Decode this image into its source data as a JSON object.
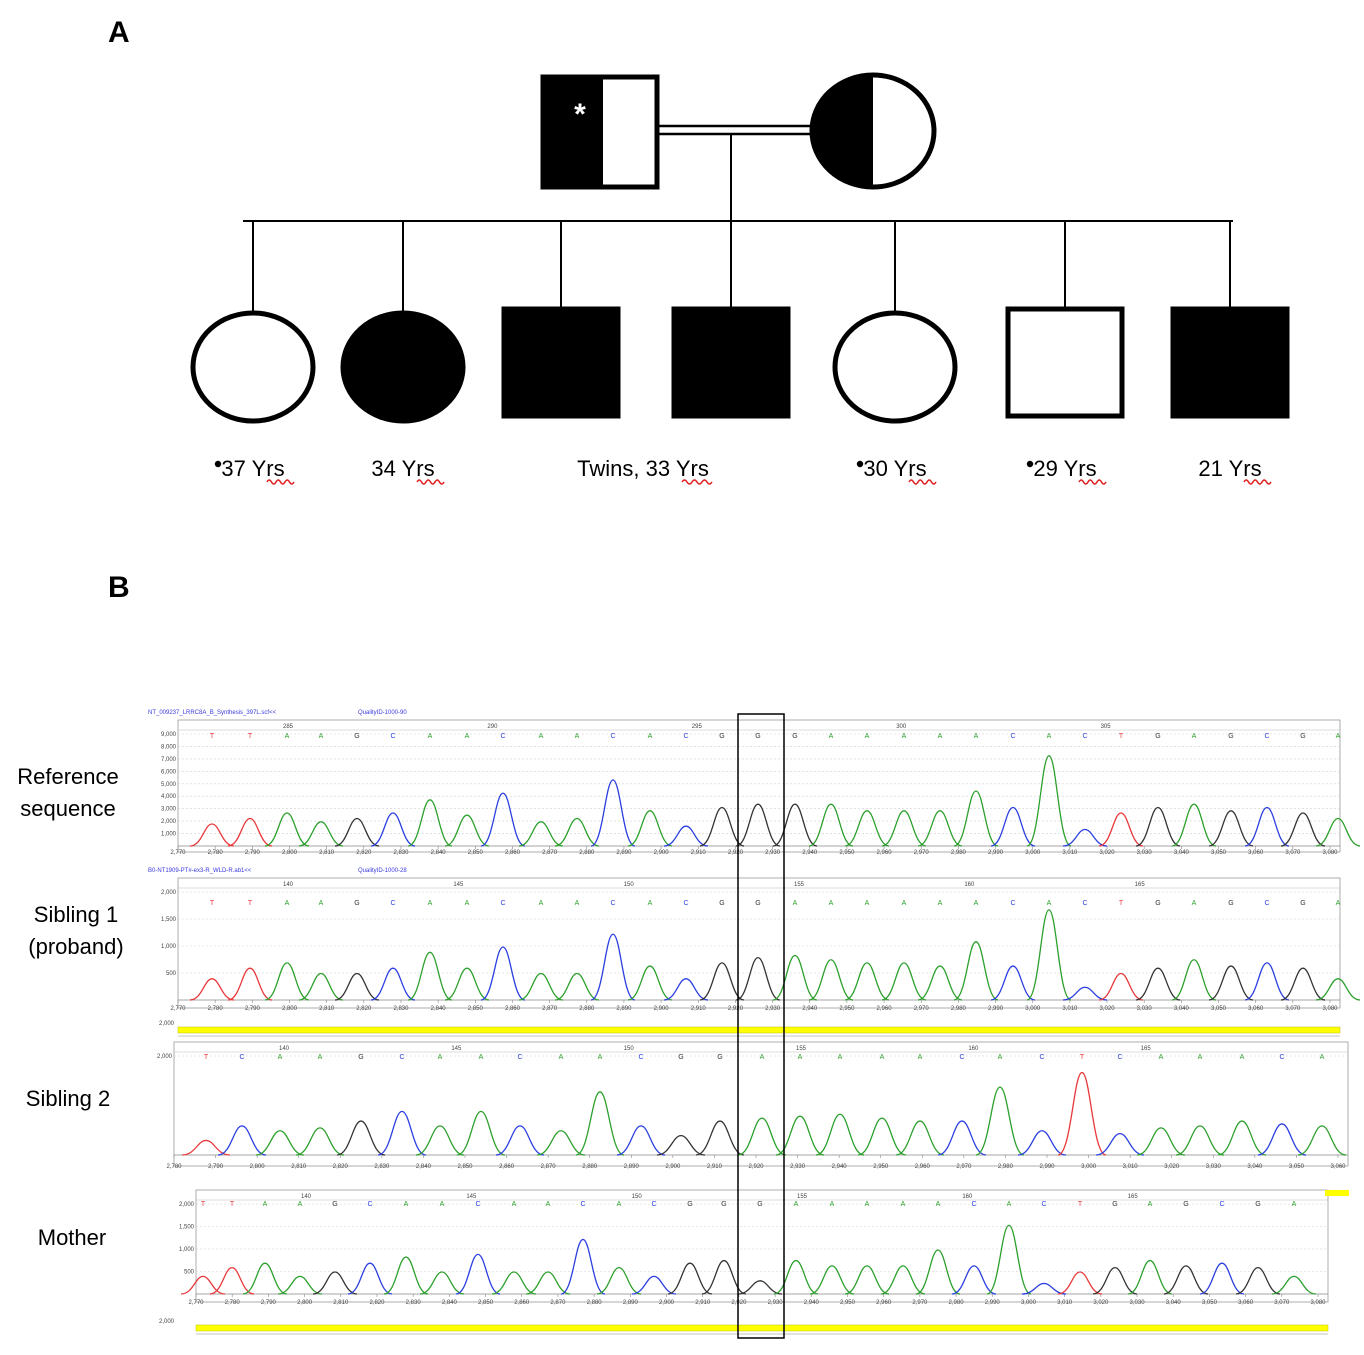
{
  "panels": {
    "a": "A",
    "b": "B"
  },
  "father": {
    "marker": "*"
  },
  "offspring": [
    {
      "sex": "female",
      "affected": false,
      "tested": true,
      "age": "37 Yrs"
    },
    {
      "sex": "female",
      "affected": true,
      "tested": false,
      "age": "34 Yrs"
    },
    {
      "sex": "male",
      "affected": true,
      "tested": false,
      "age": ""
    },
    {
      "sex": "male",
      "affected": true,
      "tested": false,
      "age": ""
    },
    {
      "sex": "female",
      "affected": false,
      "tested": true,
      "age": "30 Yrs"
    },
    {
      "sex": "male",
      "affected": false,
      "tested": true,
      "age": "29 Yrs"
    },
    {
      "sex": "male",
      "affected": true,
      "tested": false,
      "age": "21 Yrs"
    }
  ],
  "twins_label": "Twins, 33 Yrs",
  "tracks": [
    {
      "label_lines": [
        "Reference",
        "sequence"
      ],
      "header": "NT_009237_LRRC8A_B_Synthesis_397L.scf<<",
      "quality": "QualityID-1000-90",
      "yticks": [
        "9,000",
        "8,000",
        "7,000",
        "6,000",
        "5,000",
        "4,000",
        "3,000",
        "2,000",
        "1,000"
      ],
      "xticks": [
        "2,770",
        "2,780",
        "2,790",
        "2,800",
        "2,810",
        "2,820",
        "2,830",
        "2,840",
        "2,850",
        "2,860",
        "2,870",
        "2,880",
        "2,890",
        "2,900",
        "2,910",
        "2,920",
        "2,930",
        "2,940",
        "2,950",
        "2,960",
        "2,970",
        "2,980",
        "2,990",
        "3,000",
        "3,010",
        "3,020",
        "3,030",
        "3,040",
        "3,050",
        "3,060",
        "3,070",
        "3,080"
      ],
      "positions": [
        "285",
        "290",
        "295",
        "300",
        "305"
      ]
    },
    {
      "label_lines": [
        "Sibling 1",
        "(proband)"
      ],
      "header": "B0-NT1909-PT#-ex3-R_WLD-R.ab1<<",
      "quality": "QualityID-1000-28",
      "yticks": [
        "2,000",
        "1,500",
        "1,000",
        "500"
      ],
      "xticks": [
        "2,770",
        "2,780",
        "2,790",
        "2,800",
        "2,810",
        "2,820",
        "2,830",
        "2,840",
        "2,850",
        "2,860",
        "2,870",
        "2,880",
        "2,890",
        "2,900",
        "2,910",
        "2,920",
        "2,930",
        "2,940",
        "2,950",
        "2,960",
        "2,970",
        "2,980",
        "2,990",
        "3,000",
        "3,010",
        "3,020",
        "3,030",
        "3,040",
        "3,050",
        "3,060",
        "3,070",
        "3,080"
      ],
      "positions": [
        "140",
        "145",
        "150",
        "155",
        "160",
        "165"
      ]
    },
    {
      "label_lines": [
        "Sibling 2"
      ],
      "header": "",
      "quality": "",
      "yticks": [
        "2,000"
      ],
      "xticks": [
        "2,780",
        "2,790",
        "2,800",
        "2,810",
        "2,820",
        "2,830",
        "2,840",
        "2,850",
        "2,860",
        "2,870",
        "2,880",
        "2,890",
        "2,900",
        "2,910",
        "2,920",
        "2,930",
        "2,940",
        "2,950",
        "2,960",
        "2,970",
        "2,980",
        "2,990",
        "3,000",
        "3,010",
        "3,020",
        "3,030",
        "3,040",
        "3,050",
        "3,060"
      ],
      "positions": [
        "140",
        "145",
        "150",
        "155",
        "160",
        "165"
      ]
    },
    {
      "label_lines": [
        "Mother"
      ],
      "header": "",
      "quality": "",
      "yticks": [
        "2,000",
        "1,500",
        "1,000",
        "500"
      ],
      "xticks": [
        "2,770",
        "2,780",
        "2,790",
        "2,800",
        "2,810",
        "2,820",
        "2,830",
        "2,840",
        "2,850",
        "2,860",
        "2,870",
        "2,880",
        "2,890",
        "2,900",
        "2,910",
        "2,920",
        "2,930",
        "2,940",
        "2,950",
        "2,960",
        "2,970",
        "2,980",
        "2,990",
        "3,000",
        "3,010",
        "3,020",
        "3,030",
        "3,040",
        "3,050",
        "3,060",
        "3,070",
        "3,080"
      ],
      "positions": [
        "140",
        "145",
        "150",
        "155",
        "160",
        "165"
      ]
    }
  ],
  "sequences": [
    "TTAAGCAACAACACGGGAAAAACACTGAGCGAACAT",
    "TTAAGCAACAACACGGAAAAAACACTGAGCGAACAT",
    "TCAAGCAACAACGGAAAAACACTCAAACAT",
    "TTAAGCAACAACACGGGAAAAACACTGAGCGAACAT"
  ],
  "colors": {
    "A": "#2ca02c",
    "C": "#2b3fe0",
    "G": "#333333",
    "T": "#e8383b",
    "highlight": "#ffff00"
  }
}
